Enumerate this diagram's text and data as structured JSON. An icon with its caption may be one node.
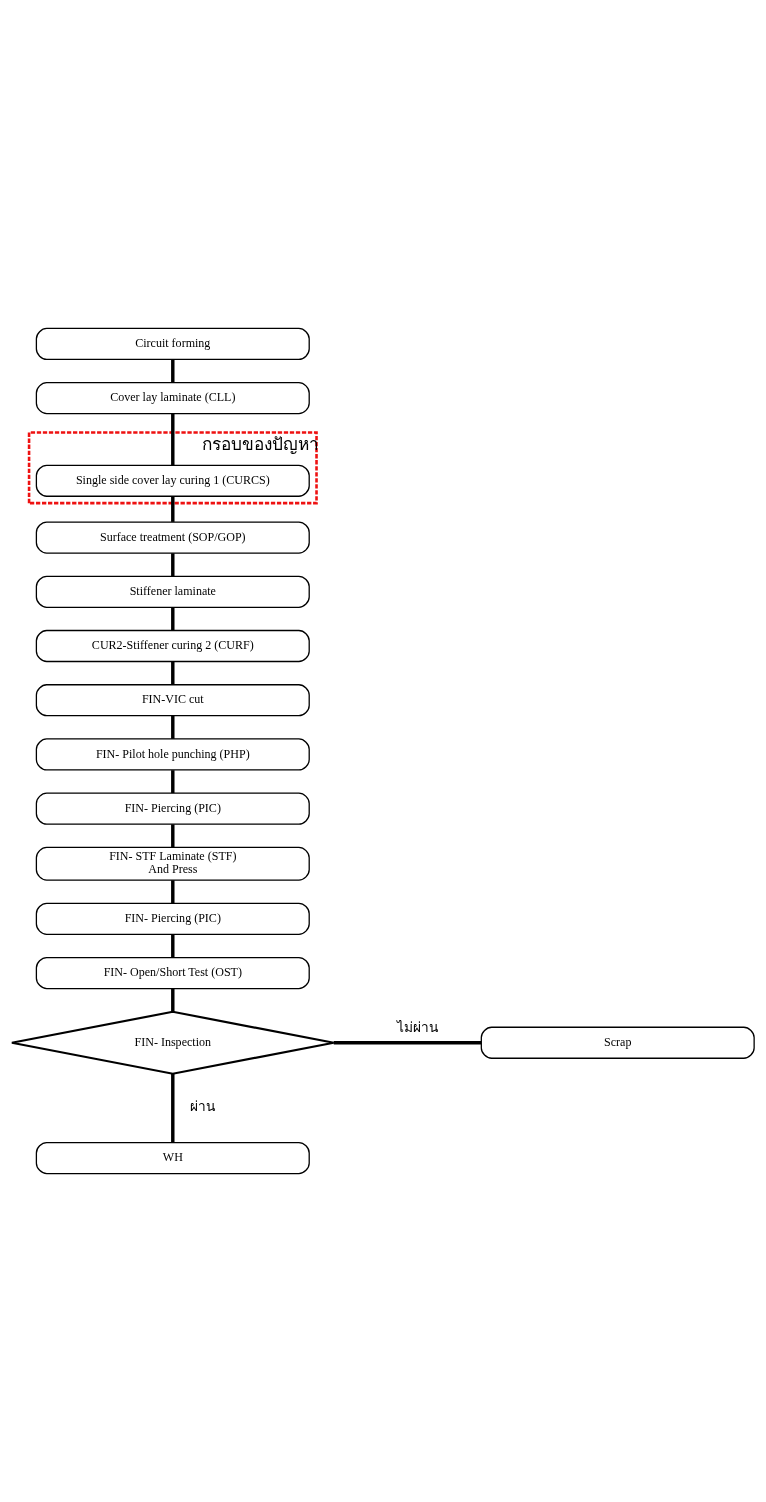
{
  "diagram": {
    "nodes": [
      {
        "text": [
          "Circuit forming"
        ]
      },
      {
        "text": [
          "Cover lay laminate (CLL)"
        ]
      },
      {
        "text": [
          "กรอบของปัญหา"
        ]
      },
      {
        "text": [
          "Single side cover lay curing 1 (CURCS)"
        ],
        "in": 2
      },
      {
        "text": [
          "Surface treatment (SOP/GOP)"
        ]
      },
      {
        "text": [
          "Stiffener laminate"
        ]
      },
      {
        "text": [
          "CUR2-Stiffener curing 2 (CURF)"
        ]
      },
      {
        "text": [
          "FIN-VIC cut"
        ]
      },
      {
        "text": [
          "FIN- Pilot hole punching (PHP)"
        ]
      },
      {
        "text": [
          "FIN- Piercing (PIC)"
        ]
      },
      {
        "text": [
          "FIN- STF Laminate (STF)",
          "And Press"
        ]
      },
      {
        "text": [
          "FIN- Piercing (PIC)"
        ]
      },
      {
        "text": [
          "FIN- Open/Short Test (OST)"
        ]
      },
      {
        "text": [
          "FIN- Inspection"
        ]
      },
      {
        "text": [
          "Scrap"
        ]
      },
      {
        "text": [
          "WH"
        ]
      }
    ],
    "edges": [
      {
        "from": 0,
        "to": 1,
        "arrow": "none"
      },
      {
        "from": 1,
        "to": 3,
        "arrow": "none"
      },
      {
        "from": 3,
        "to": 4,
        "arrow": "none"
      },
      {
        "from": 4,
        "to": 5,
        "arrow": "none"
      },
      {
        "from": 5,
        "to": 6,
        "arrow": "none"
      },
      {
        "from": 6,
        "to": 7,
        "arrow": "none"
      },
      {
        "from": 7,
        "to": 8,
        "arrow": "none"
      },
      {
        "from": 8,
        "to": 9,
        "arrow": "none"
      },
      {
        "from": 9,
        "to": 10,
        "arrow": "none"
      },
      {
        "from": 10,
        "to": 11,
        "arrow": "none"
      },
      {
        "from": 11,
        "to": 12,
        "arrow": "none"
      },
      {
        "from": 12,
        "to": 13,
        "arrow": "none"
      },
      {
        "from": 13,
        "to": 14,
        "arrow": "none",
        "label": "ไม่ผ่าน"
      },
      {
        "from": 13,
        "to": 15,
        "arrow": "none",
        "label": "ผ่าน"
      }
    ]
  }
}
